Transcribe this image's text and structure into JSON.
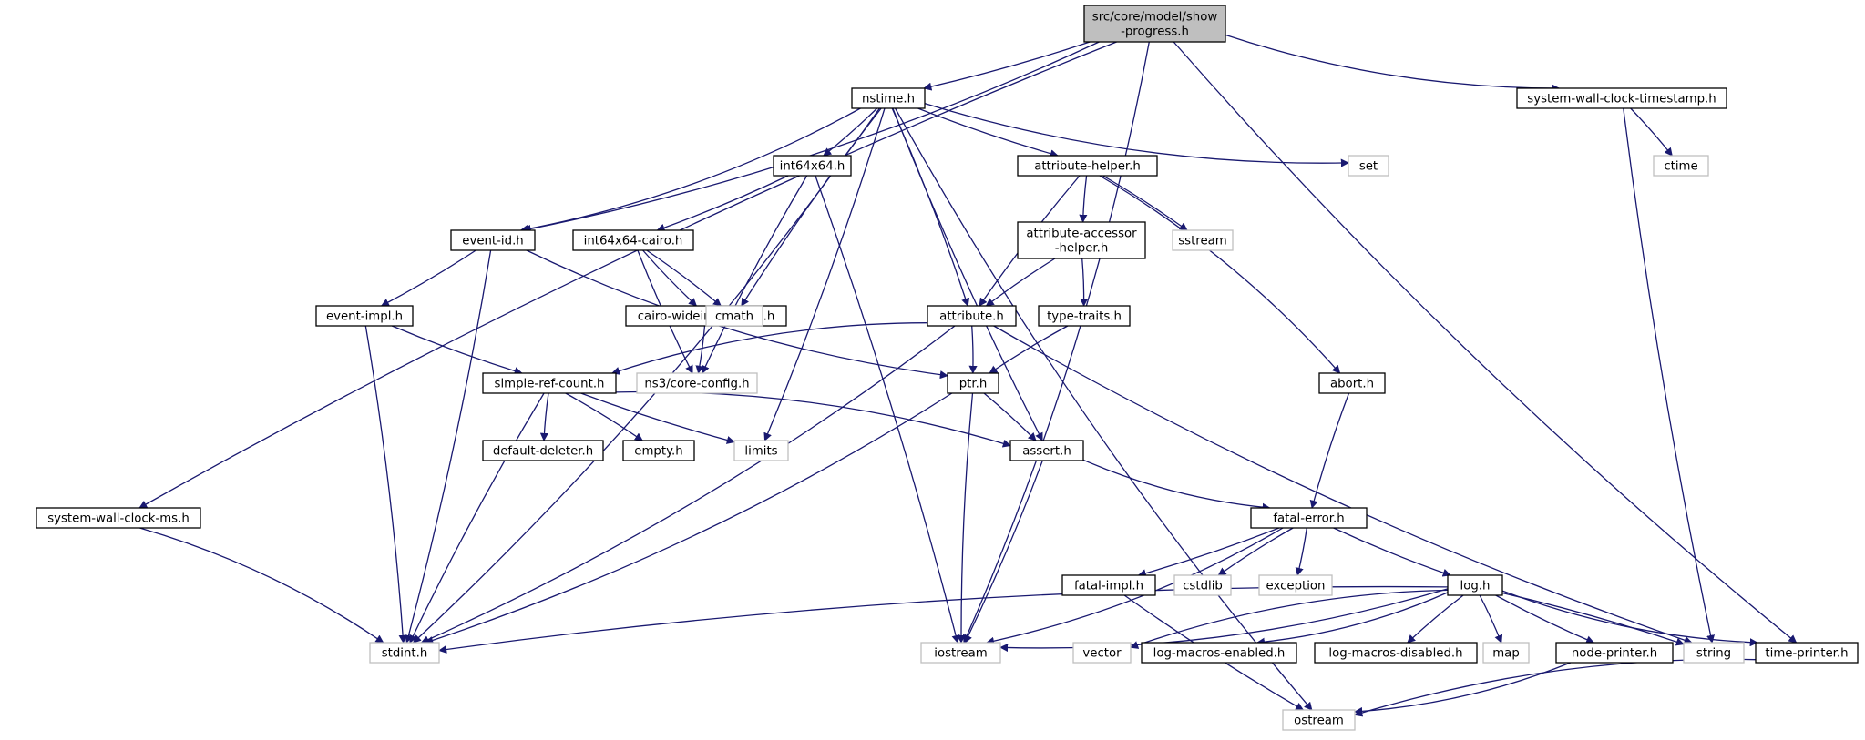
{
  "diagram": {
    "colors": {
      "edge": "#191970",
      "node_border": "#000000",
      "external_border": "#bfbfbf",
      "root_fill": "#bfbfbf",
      "node_fill": "#ffffff",
      "external_text": "#000000"
    },
    "nodes": [
      {
        "id": "show-progress",
        "label": [
          "src/core/model/show",
          "-progress.h"
        ],
        "kind": "root"
      },
      {
        "id": "nstime",
        "label": [
          "nstime.h"
        ],
        "kind": "local"
      },
      {
        "id": "swct",
        "label": [
          "system-wall-clock-timestamp.h"
        ],
        "kind": "local"
      },
      {
        "id": "set",
        "label": [
          "set"
        ],
        "kind": "external"
      },
      {
        "id": "ctime",
        "label": [
          "ctime"
        ],
        "kind": "external"
      },
      {
        "id": "int64x64",
        "label": [
          "int64x64.h"
        ],
        "kind": "local"
      },
      {
        "id": "attribute-helper",
        "label": [
          "attribute-helper.h"
        ],
        "kind": "local"
      },
      {
        "id": "event-id",
        "label": [
          "event-id.h"
        ],
        "kind": "local"
      },
      {
        "id": "int64x64-cairo",
        "label": [
          "int64x64-cairo.h"
        ],
        "kind": "local"
      },
      {
        "id": "attr-accessor",
        "label": [
          "attribute-accessor",
          "-helper.h"
        ],
        "kind": "local"
      },
      {
        "id": "sstream",
        "label": [
          "sstream"
        ],
        "kind": "external"
      },
      {
        "id": "event-impl",
        "label": [
          "event-impl.h"
        ],
        "kind": "local"
      },
      {
        "id": "cairo-wideint",
        "label": [
          "cairo-wideint-private.h"
        ],
        "kind": "local"
      },
      {
        "id": "cmath",
        "label": [
          "cmath"
        ],
        "kind": "external"
      },
      {
        "id": "attribute",
        "label": [
          "attribute.h"
        ],
        "kind": "local"
      },
      {
        "id": "type-traits",
        "label": [
          "type-traits.h"
        ],
        "kind": "local"
      },
      {
        "id": "simple-ref",
        "label": [
          "simple-ref-count.h"
        ],
        "kind": "local"
      },
      {
        "id": "core-config",
        "label": [
          "ns3/core-config.h"
        ],
        "kind": "external"
      },
      {
        "id": "ptr",
        "label": [
          "ptr.h"
        ],
        "kind": "local"
      },
      {
        "id": "abort",
        "label": [
          "abort.h"
        ],
        "kind": "local"
      },
      {
        "id": "default-deleter",
        "label": [
          "default-deleter.h"
        ],
        "kind": "local"
      },
      {
        "id": "empty",
        "label": [
          "empty.h"
        ],
        "kind": "local"
      },
      {
        "id": "limits",
        "label": [
          "limits"
        ],
        "kind": "external"
      },
      {
        "id": "assert",
        "label": [
          "assert.h"
        ],
        "kind": "local"
      },
      {
        "id": "swcms",
        "label": [
          "system-wall-clock-ms.h"
        ],
        "kind": "local"
      },
      {
        "id": "fatal-error",
        "label": [
          "fatal-error.h"
        ],
        "kind": "local"
      },
      {
        "id": "fatal-impl",
        "label": [
          "fatal-impl.h"
        ],
        "kind": "local"
      },
      {
        "id": "cstdlib",
        "label": [
          "cstdlib"
        ],
        "kind": "external"
      },
      {
        "id": "exception",
        "label": [
          "exception"
        ],
        "kind": "external"
      },
      {
        "id": "log",
        "label": [
          "log.h"
        ],
        "kind": "local"
      },
      {
        "id": "stdint",
        "label": [
          "stdint.h"
        ],
        "kind": "external"
      },
      {
        "id": "iostream",
        "label": [
          "iostream"
        ],
        "kind": "external"
      },
      {
        "id": "vector",
        "label": [
          "vector"
        ],
        "kind": "external"
      },
      {
        "id": "log-macros-en",
        "label": [
          "log-macros-enabled.h"
        ],
        "kind": "local"
      },
      {
        "id": "log-macros-dis",
        "label": [
          "log-macros-disabled.h"
        ],
        "kind": "local"
      },
      {
        "id": "map",
        "label": [
          "map"
        ],
        "kind": "external"
      },
      {
        "id": "node-printer",
        "label": [
          "node-printer.h"
        ],
        "kind": "local"
      },
      {
        "id": "string",
        "label": [
          "string"
        ],
        "kind": "external"
      },
      {
        "id": "time-printer",
        "label": [
          "time-printer.h"
        ],
        "kind": "local"
      },
      {
        "id": "ostream",
        "label": [
          "ostream"
        ],
        "kind": "external"
      }
    ],
    "edges": [
      [
        "show-progress",
        "nstime"
      ],
      [
        "show-progress",
        "swct"
      ],
      [
        "show-progress",
        "event-id"
      ],
      [
        "show-progress",
        "swcms"
      ],
      [
        "show-progress",
        "iostream"
      ],
      [
        "show-progress",
        "time-printer"
      ],
      [
        "nstime",
        "int64x64"
      ],
      [
        "nstime",
        "attribute-helper"
      ],
      [
        "nstime",
        "event-id"
      ],
      [
        "nstime",
        "set"
      ],
      [
        "nstime",
        "attribute"
      ],
      [
        "nstime",
        "cmath"
      ],
      [
        "nstime",
        "limits"
      ],
      [
        "nstime",
        "assert"
      ],
      [
        "nstime",
        "stdint"
      ],
      [
        "nstime",
        "ostream"
      ],
      [
        "swct",
        "ctime"
      ],
      [
        "swct",
        "string"
      ],
      [
        "int64x64",
        "int64x64-cairo"
      ],
      [
        "int64x64",
        "core-config"
      ],
      [
        "int64x64",
        "iostream"
      ],
      [
        "int64x64-cairo",
        "cairo-wideint"
      ],
      [
        "int64x64-cairo",
        "cmath"
      ],
      [
        "int64x64-cairo",
        "core-config"
      ],
      [
        "cairo-wideint",
        "core-config"
      ],
      [
        "attribute-helper",
        "attr-accessor"
      ],
      [
        "attribute-helper",
        "sstream"
      ],
      [
        "attribute-helper",
        "attribute"
      ],
      [
        "attribute-helper",
        "abort"
      ],
      [
        "attr-accessor",
        "attribute"
      ],
      [
        "attr-accessor",
        "type-traits"
      ],
      [
        "type-traits",
        "ptr"
      ],
      [
        "event-id",
        "event-impl"
      ],
      [
        "event-id",
        "ptr"
      ],
      [
        "event-id",
        "stdint"
      ],
      [
        "event-impl",
        "simple-ref"
      ],
      [
        "event-impl",
        "stdint"
      ],
      [
        "attribute",
        "simple-ref"
      ],
      [
        "attribute",
        "ptr"
      ],
      [
        "attribute",
        "string"
      ],
      [
        "attribute",
        "stdint"
      ],
      [
        "simple-ref",
        "default-deleter"
      ],
      [
        "simple-ref",
        "empty"
      ],
      [
        "simple-ref",
        "limits"
      ],
      [
        "simple-ref",
        "assert"
      ],
      [
        "simple-ref",
        "stdint"
      ],
      [
        "ptr",
        "assert"
      ],
      [
        "ptr",
        "iostream"
      ],
      [
        "ptr",
        "stdint"
      ],
      [
        "assert",
        "fatal-error"
      ],
      [
        "assert",
        "iostream"
      ],
      [
        "abort",
        "fatal-error"
      ],
      [
        "fatal-error",
        "fatal-impl"
      ],
      [
        "fatal-error",
        "cstdlib"
      ],
      [
        "fatal-error",
        "exception"
      ],
      [
        "fatal-error",
        "log"
      ],
      [
        "fatal-error",
        "iostream"
      ],
      [
        "fatal-impl",
        "ostream"
      ],
      [
        "swcms",
        "stdint"
      ],
      [
        "log",
        "stdint"
      ],
      [
        "log",
        "iostream"
      ],
      [
        "log",
        "vector"
      ],
      [
        "log",
        "log-macros-en"
      ],
      [
        "log",
        "log-macros-dis"
      ],
      [
        "log",
        "map"
      ],
      [
        "log",
        "node-printer"
      ],
      [
        "log",
        "string"
      ],
      [
        "log",
        "time-printer"
      ],
      [
        "node-printer",
        "ostream"
      ],
      [
        "time-printer",
        "ostream"
      ]
    ]
  }
}
